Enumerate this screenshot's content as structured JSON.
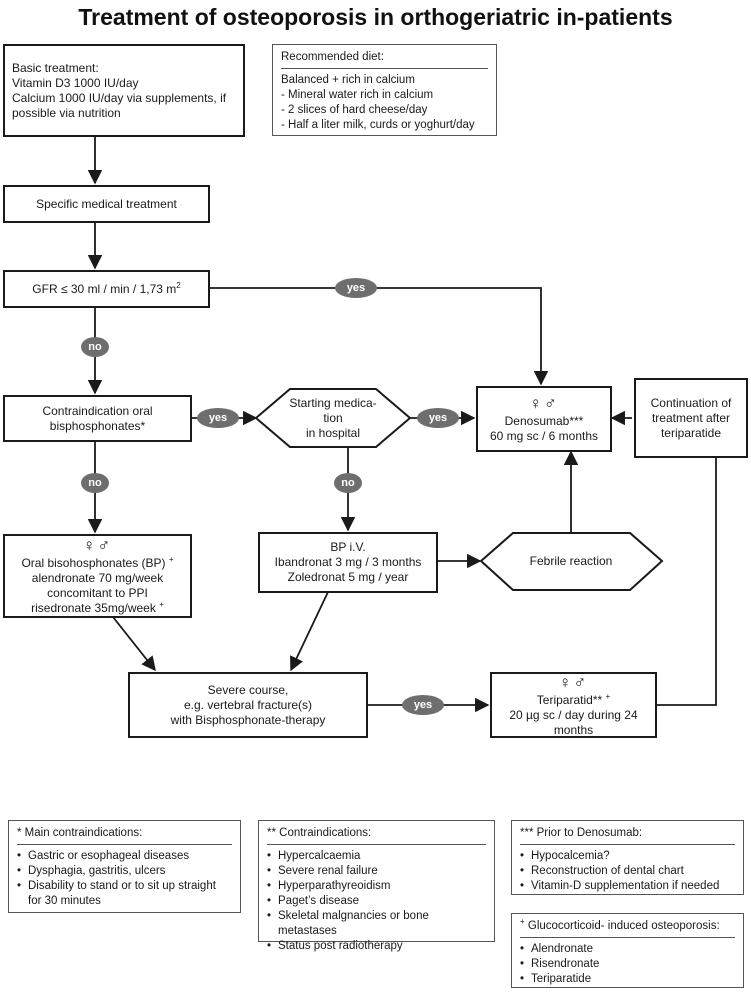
{
  "title": "Treatment of osteoporosis in orthogeriatric in-patients",
  "colors": {
    "line": "#1a1a1a",
    "pill": "#6e6e6e"
  },
  "nodes": {
    "basic": {
      "line1": "Basic treatment:",
      "line2": "Vitamin D3 1000 IU/day",
      "line3": "Calcium 1000 IU/day via supplements, if",
      "line4": "possible via nutrition"
    },
    "specific": "Specific medical treatment",
    "gfr": {
      "text": "GFR ≤ 30 ml / min / 1,73 m",
      "sup": "2"
    },
    "contra_oral": {
      "line1": "Contraindication oral",
      "line2": "bisphosphonates*"
    },
    "starting": {
      "line1": "Starting medica-",
      "line2": "tion",
      "line3": "in hospital"
    },
    "denosumab": {
      "symbols": "♀♂",
      "line1": "Denosumab***",
      "line2": "60 mg sc / 6 months"
    },
    "continuation": {
      "line1": "Continuation of",
      "line2": "treatment after",
      "line3": "teriparatide"
    },
    "oral_bp": {
      "symbols": "♀♂",
      "line1": "Oral bisohosphonates (BP)",
      "line1_sup": "+",
      "line2": "alendronate 70 mg/week",
      "line3": "concomitant to PPI",
      "line4": "risedronate 35mg/week",
      "line4_sup": "+"
    },
    "bp_iv": {
      "line1": "BP i.V.",
      "line2": "Ibandronat 3 mg / 3 months",
      "line3": "Zoledronat 5 mg / year"
    },
    "febrile": "Febrile reaction",
    "severe": {
      "line1": "Severe course,",
      "line2": "e.g. vertebral fracture(s)",
      "line3": "with Bisphosphonate-therapy"
    },
    "teriparatid": {
      "symbols": "♀♂",
      "line1": "Teriparatid**",
      "line1_sup": "+",
      "line2": "20 µg sc / day during 24 months"
    }
  },
  "pills": {
    "yes": "yes",
    "no": "no"
  },
  "diet": {
    "header": "Recommended diet:",
    "items": [
      "Balanced + rich in calcium",
      "- Mineral water rich in calcium",
      "- 2 slices of hard cheese/day",
      "- Half a liter milk, curds or yoghurt/day"
    ]
  },
  "footnotes": {
    "main": {
      "header": "* Main contraindications:",
      "items": [
        "Gastric or esophageal diseases",
        "Dysphagia, gastritis, ulcers",
        "Disability to stand or to sit up straight for 30 minutes"
      ]
    },
    "contra": {
      "header": "** Contraindications:",
      "items": [
        "Hypercalcaemia",
        "Severe renal failure",
        "Hyperparathyreoidism",
        "Paget’s disease",
        "Skeletal malgnancies or bone metastases",
        "Status post radiotherapy"
      ]
    },
    "prior": {
      "header": "*** Prior to Denosumab:",
      "items": [
        "Hypocalcemia?",
        "Reconstruction of dental chart",
        "Vitamin-D supplementation if needed"
      ]
    },
    "gluco": {
      "header_sup": "+",
      "header": "Glucocorticoid- induced osteoporosis:",
      "items": [
        "Alendronate",
        "Risendronate",
        "Teriparatide"
      ]
    }
  }
}
